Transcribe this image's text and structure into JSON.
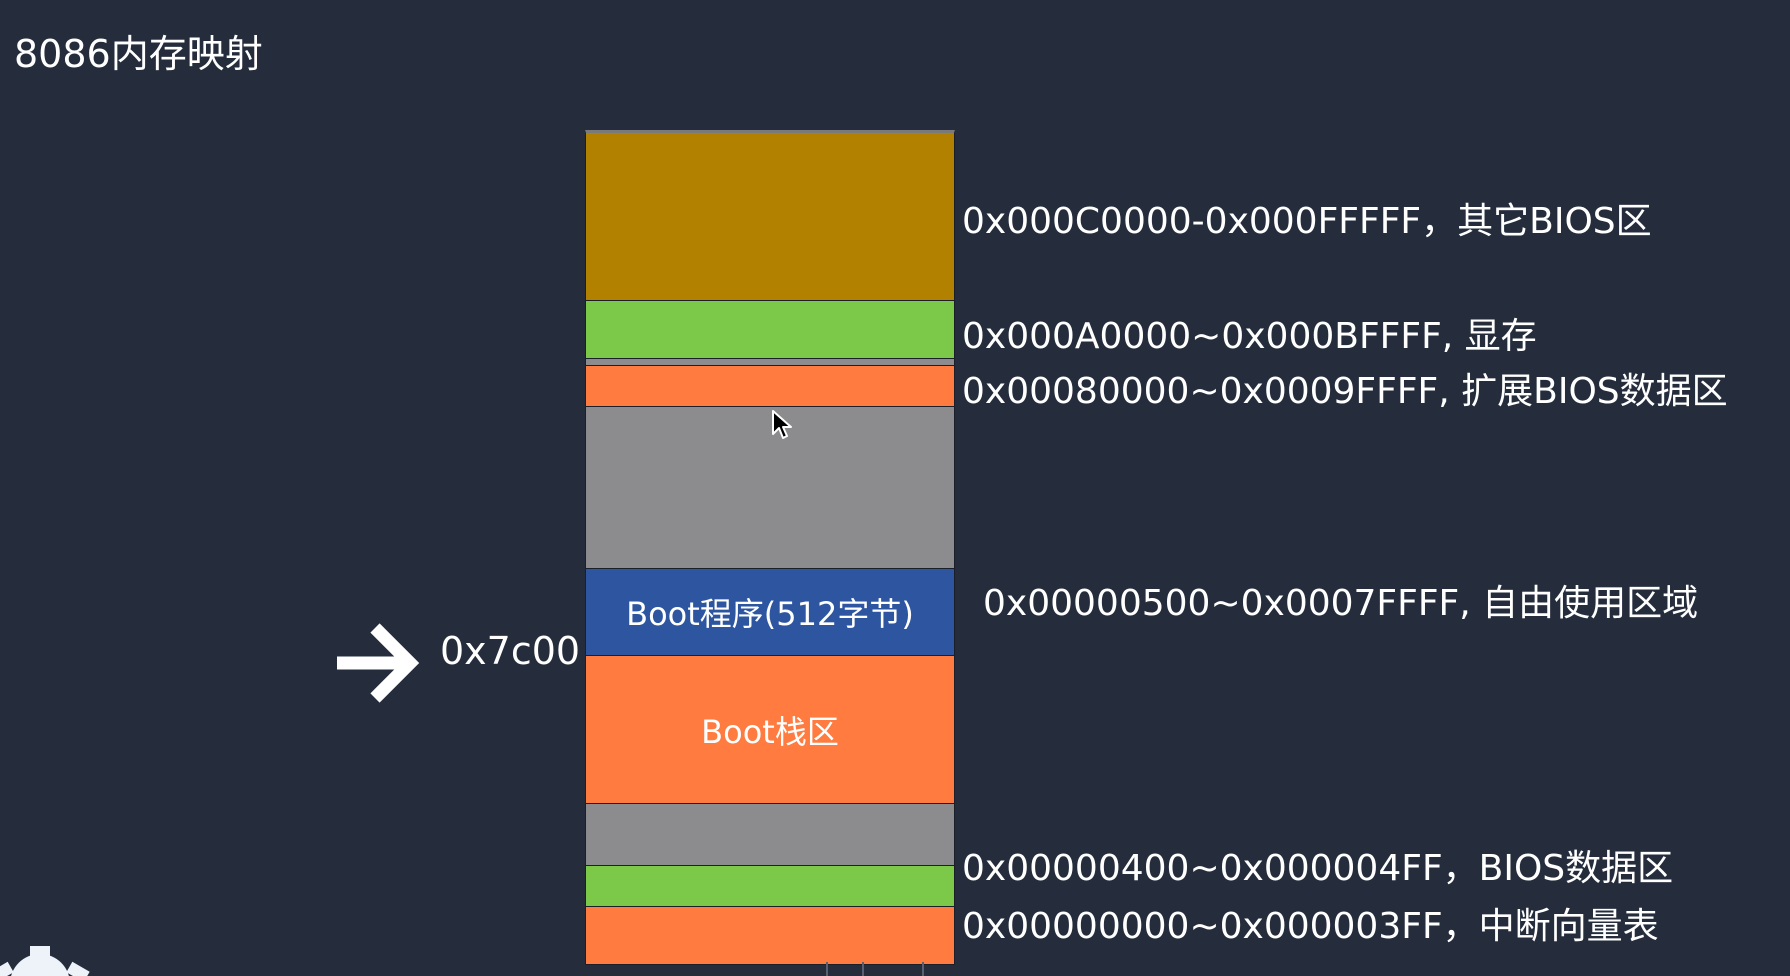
{
  "title": "8086内存映射",
  "colors": {
    "background": "#252d3d",
    "bios_other": "#b28100",
    "video_memory": "#7cc94a",
    "orange_region": "#ff7b3f",
    "free_area": "#8c8c8e",
    "boot_program": "#2d55a0",
    "separator": "#1b1f29"
  },
  "blocks": [
    {
      "id": "bios-other",
      "text": "",
      "color_key": "bios_other"
    },
    {
      "id": "video-memory",
      "text": "",
      "color_key": "video_memory"
    },
    {
      "id": "gap-thin",
      "text": "",
      "color_key": "free_area"
    },
    {
      "id": "ext-bios-data",
      "text": "",
      "color_key": "orange_region"
    },
    {
      "id": "free-upper",
      "text": "",
      "color_key": "free_area"
    },
    {
      "id": "boot-program",
      "text": "Boot程序(512字节)",
      "color_key": "boot_program"
    },
    {
      "id": "boot-stack",
      "text": "Boot栈区",
      "color_key": "orange_region"
    },
    {
      "id": "free-lower",
      "text": "",
      "color_key": "free_area"
    },
    {
      "id": "bios-data",
      "text": "",
      "color_key": "video_memory"
    },
    {
      "id": "ivt",
      "text": "",
      "color_key": "orange_region"
    }
  ],
  "labels": {
    "bios_other": "0x000C0000-0x000FFFFF，其它BIOS区",
    "video_memory": "0x000A0000~0x000BFFFF, 显存",
    "ext_bios_data": "0x00080000~0x0009FFFF, 扩展BIOS数据区",
    "free_area": "0x00000500~0x0007FFFF, 自由使用区域",
    "bios_data": "0x00000400~0x000004FF，BIOS数据区",
    "ivt": "0x00000000~0x000003FF，中断向量表"
  },
  "marker": {
    "address": "0x7c00",
    "icon": "right-arrow-icon"
  }
}
